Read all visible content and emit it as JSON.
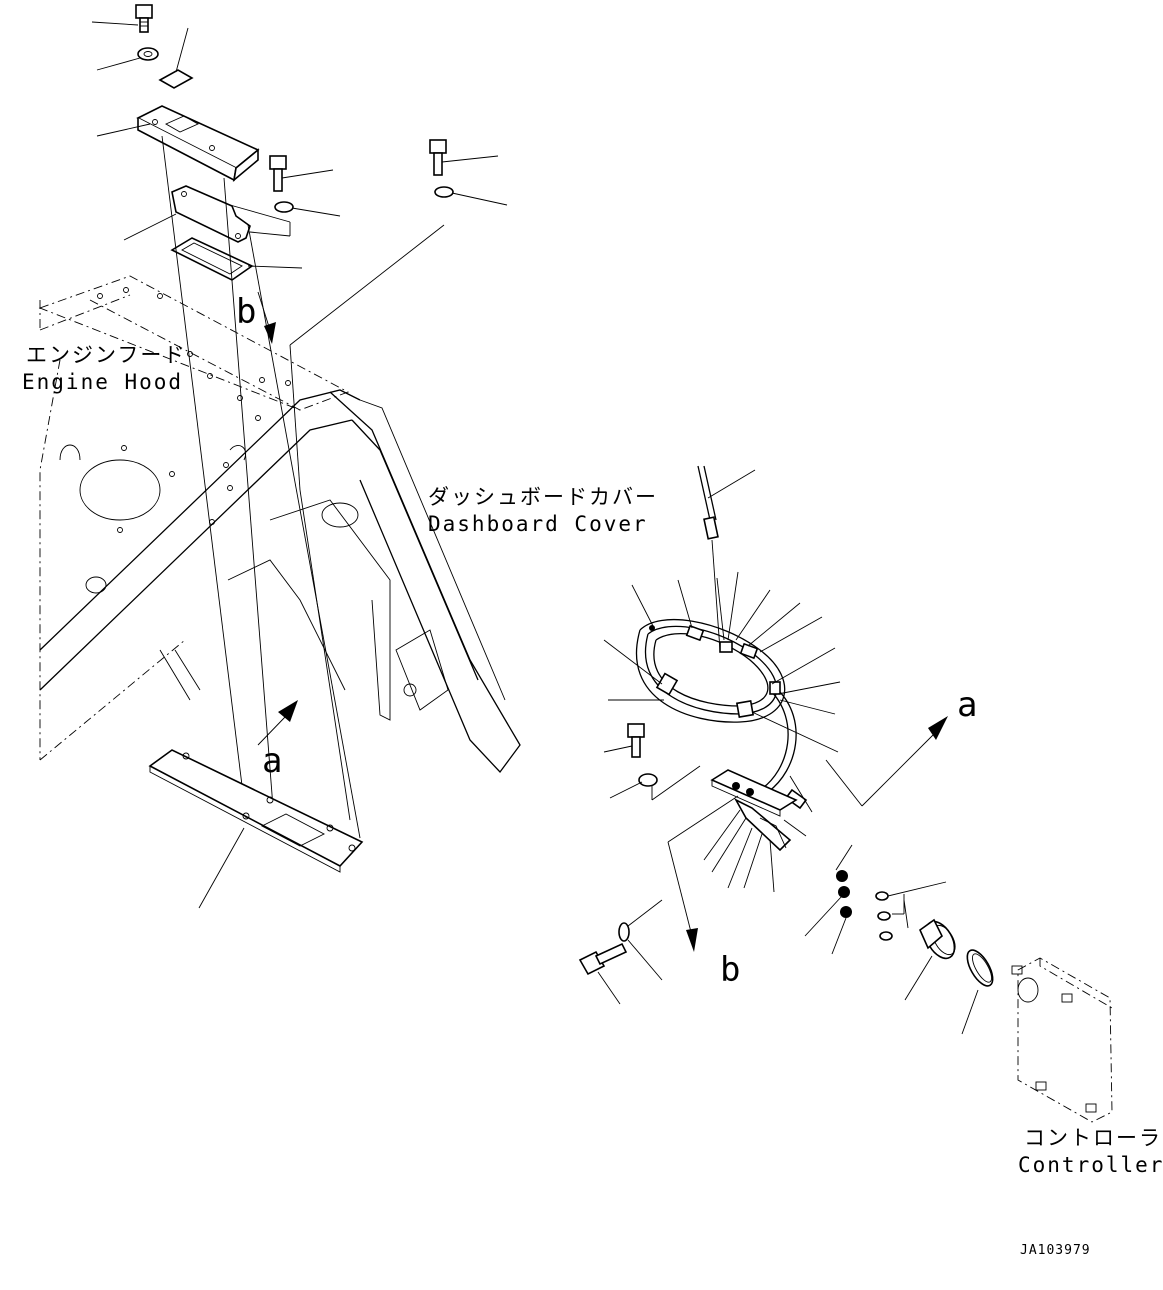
{
  "labels": {
    "engine_hood_jp": "エンジンフード",
    "engine_hood_en": "Engine Hood",
    "dashboard_cover_jp": "ダッシュボードカバー",
    "dashboard_cover_en": "Dashboard Cover",
    "controller_jp": "コントローラ",
    "controller_en": "Controller",
    "arrow_b_top": "b",
    "arrow_a_left": "a",
    "arrow_a_right": "a",
    "arrow_b_bottom": "b"
  },
  "drawing_code": "JA103979"
}
